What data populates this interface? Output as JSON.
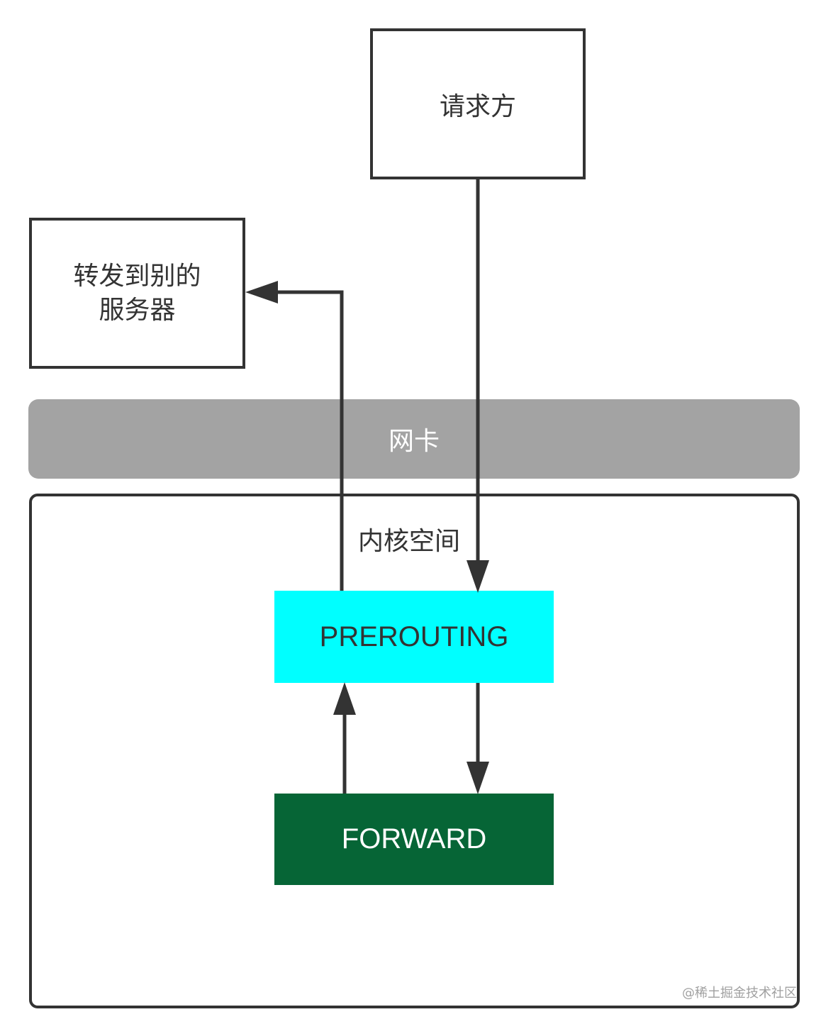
{
  "nodes": {
    "requester": "请求方",
    "forward_target_line1": "转发到别的",
    "forward_target_line2": "服务器",
    "nic": "网卡",
    "kernel_space": "内核空间",
    "prerouting": "PREROUTING",
    "forward": "FORWARD"
  },
  "watermark": "@稀土掘金技术社区",
  "colors": {
    "stroke": "#333333",
    "nic_fill": "#a3a3a3",
    "prerouting_fill": "#00ffff",
    "forward_fill": "#066536"
  }
}
